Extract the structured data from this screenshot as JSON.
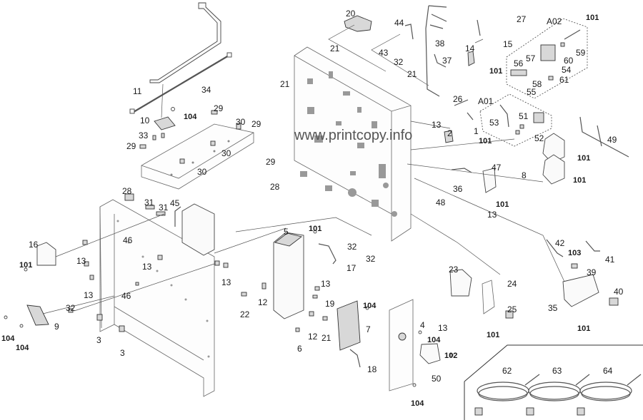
{
  "watermark": "www.printcopy.info",
  "labels": [
    {
      "id": "20",
      "text": "20",
      "bold": false
    },
    {
      "id": "44",
      "text": "44",
      "bold": false
    },
    {
      "id": "27",
      "text": "27",
      "bold": false
    },
    {
      "id": "A02",
      "text": "A02",
      "bold": false
    },
    {
      "id": "101a",
      "text": "101",
      "bold": true
    },
    {
      "id": "38",
      "text": "38",
      "bold": false
    },
    {
      "id": "15",
      "text": "15",
      "bold": false
    },
    {
      "id": "14",
      "text": "14",
      "bold": false
    },
    {
      "id": "59",
      "text": "59",
      "bold": false
    },
    {
      "id": "21a",
      "text": "21",
      "bold": false
    },
    {
      "id": "43",
      "text": "43",
      "bold": false
    },
    {
      "id": "32a",
      "text": "32",
      "bold": false
    },
    {
      "id": "37",
      "text": "37",
      "bold": false
    },
    {
      "id": "57",
      "text": "57",
      "bold": false
    },
    {
      "id": "60",
      "text": "60",
      "bold": false
    },
    {
      "id": "56",
      "text": "56",
      "bold": false
    },
    {
      "id": "54",
      "text": "54",
      "bold": false
    },
    {
      "id": "21b",
      "text": "21",
      "bold": false
    },
    {
      "id": "101b",
      "text": "101",
      "bold": true
    },
    {
      "id": "58",
      "text": "58",
      "bold": false
    },
    {
      "id": "61",
      "text": "61",
      "bold": false
    },
    {
      "id": "11",
      "text": "11",
      "bold": false
    },
    {
      "id": "34",
      "text": "34",
      "bold": false
    },
    {
      "id": "21c",
      "text": "21",
      "bold": false
    },
    {
      "id": "55",
      "text": "55",
      "bold": false
    },
    {
      "id": "26",
      "text": "26",
      "bold": false
    },
    {
      "id": "A01",
      "text": "A01",
      "bold": false
    },
    {
      "id": "29a",
      "text": "29",
      "bold": false
    },
    {
      "id": "10",
      "text": "10",
      "bold": false
    },
    {
      "id": "104a",
      "text": "104",
      "bold": true
    },
    {
      "id": "30a",
      "text": "30",
      "bold": false
    },
    {
      "id": "29b",
      "text": "29",
      "bold": false
    },
    {
      "id": "51",
      "text": "51",
      "bold": false
    },
    {
      "id": "53",
      "text": "53",
      "bold": false
    },
    {
      "id": "13a",
      "text": "13",
      "bold": false
    },
    {
      "id": "33",
      "text": "33",
      "bold": false
    },
    {
      "id": "2",
      "text": "2",
      "bold": false
    },
    {
      "id": "1",
      "text": "1",
      "bold": false
    },
    {
      "id": "52",
      "text": "52",
      "bold": false
    },
    {
      "id": "49",
      "text": "49",
      "bold": false
    },
    {
      "id": "29c",
      "text": "29",
      "bold": false
    },
    {
      "id": "101c",
      "text": "101",
      "bold": true
    },
    {
      "id": "30b",
      "text": "30",
      "bold": false
    },
    {
      "id": "29d",
      "text": "29",
      "bold": false
    },
    {
      "id": "101d",
      "text": "101",
      "bold": true
    },
    {
      "id": "30c",
      "text": "30",
      "bold": false
    },
    {
      "id": "28a",
      "text": "28",
      "bold": false
    },
    {
      "id": "47",
      "text": "47",
      "bold": false
    },
    {
      "id": "8",
      "text": "8",
      "bold": false
    },
    {
      "id": "101e",
      "text": "101",
      "bold": true
    },
    {
      "id": "28b",
      "text": "28",
      "bold": false
    },
    {
      "id": "36",
      "text": "36",
      "bold": false
    },
    {
      "id": "48",
      "text": "48",
      "bold": false
    },
    {
      "id": "101f",
      "text": "101",
      "bold": true
    },
    {
      "id": "31a",
      "text": "31",
      "bold": false
    },
    {
      "id": "31b",
      "text": "31",
      "bold": false
    },
    {
      "id": "45",
      "text": "45",
      "bold": false
    },
    {
      "id": "13b",
      "text": "13",
      "bold": false
    },
    {
      "id": "5",
      "text": "5",
      "bold": false
    },
    {
      "id": "101g",
      "text": "101",
      "bold": true
    },
    {
      "id": "16",
      "text": "16",
      "bold": false
    },
    {
      "id": "46a",
      "text": "46",
      "bold": false
    },
    {
      "id": "32b",
      "text": "32",
      "bold": false
    },
    {
      "id": "42",
      "text": "42",
      "bold": false
    },
    {
      "id": "103",
      "text": "103",
      "bold": true
    },
    {
      "id": "41",
      "text": "41",
      "bold": false
    },
    {
      "id": "101h",
      "text": "101",
      "bold": true
    },
    {
      "id": "13c",
      "text": "13",
      "bold": false
    },
    {
      "id": "32c",
      "text": "32",
      "bold": false
    },
    {
      "id": "13d",
      "text": "13",
      "bold": false
    },
    {
      "id": "17",
      "text": "17",
      "bold": false
    },
    {
      "id": "39",
      "text": "39",
      "bold": false
    },
    {
      "id": "13e",
      "text": "13",
      "bold": false
    },
    {
      "id": "23",
      "text": "23",
      "bold": false
    },
    {
      "id": "13f",
      "text": "13",
      "bold": false
    },
    {
      "id": "24",
      "text": "24",
      "bold": false
    },
    {
      "id": "40",
      "text": "40",
      "bold": false
    },
    {
      "id": "46b",
      "text": "46",
      "bold": false
    },
    {
      "id": "13g",
      "text": "13",
      "bold": false
    },
    {
      "id": "19",
      "text": "19",
      "bold": false
    },
    {
      "id": "25",
      "text": "25",
      "bold": false
    },
    {
      "id": "35",
      "text": "35",
      "bold": false
    },
    {
      "id": "12a",
      "text": "12",
      "bold": false
    },
    {
      "id": "104b",
      "text": "104",
      "bold": true
    },
    {
      "id": "32d",
      "text": "32",
      "bold": false
    },
    {
      "id": "22",
      "text": "22",
      "bold": false
    },
    {
      "id": "4",
      "text": "4",
      "bold": false
    },
    {
      "id": "101i",
      "text": "101",
      "bold": true
    },
    {
      "id": "9",
      "text": "9",
      "bold": false
    },
    {
      "id": "3a",
      "text": "3",
      "bold": false
    },
    {
      "id": "12b",
      "text": "12",
      "bold": false
    },
    {
      "id": "21d",
      "text": "21",
      "bold": false
    },
    {
      "id": "7",
      "text": "7",
      "bold": false
    },
    {
      "id": "13h",
      "text": "13",
      "bold": false
    },
    {
      "id": "101j",
      "text": "101",
      "bold": true
    },
    {
      "id": "104c",
      "text": "104",
      "bold": true
    },
    {
      "id": "104d",
      "text": "104",
      "bold": true
    },
    {
      "id": "6",
      "text": "6",
      "bold": false
    },
    {
      "id": "104e",
      "text": "104",
      "bold": true
    },
    {
      "id": "3b",
      "text": "3",
      "bold": false
    },
    {
      "id": "102",
      "text": "102",
      "bold": true
    },
    {
      "id": "18",
      "text": "18",
      "bold": false
    },
    {
      "id": "50",
      "text": "50",
      "bold": false
    },
    {
      "id": "62",
      "text": "62",
      "bold": false
    },
    {
      "id": "63",
      "text": "63",
      "bold": false
    },
    {
      "id": "64",
      "text": "64",
      "bold": false
    },
    {
      "id": "104f",
      "text": "104",
      "bold": true
    }
  ]
}
